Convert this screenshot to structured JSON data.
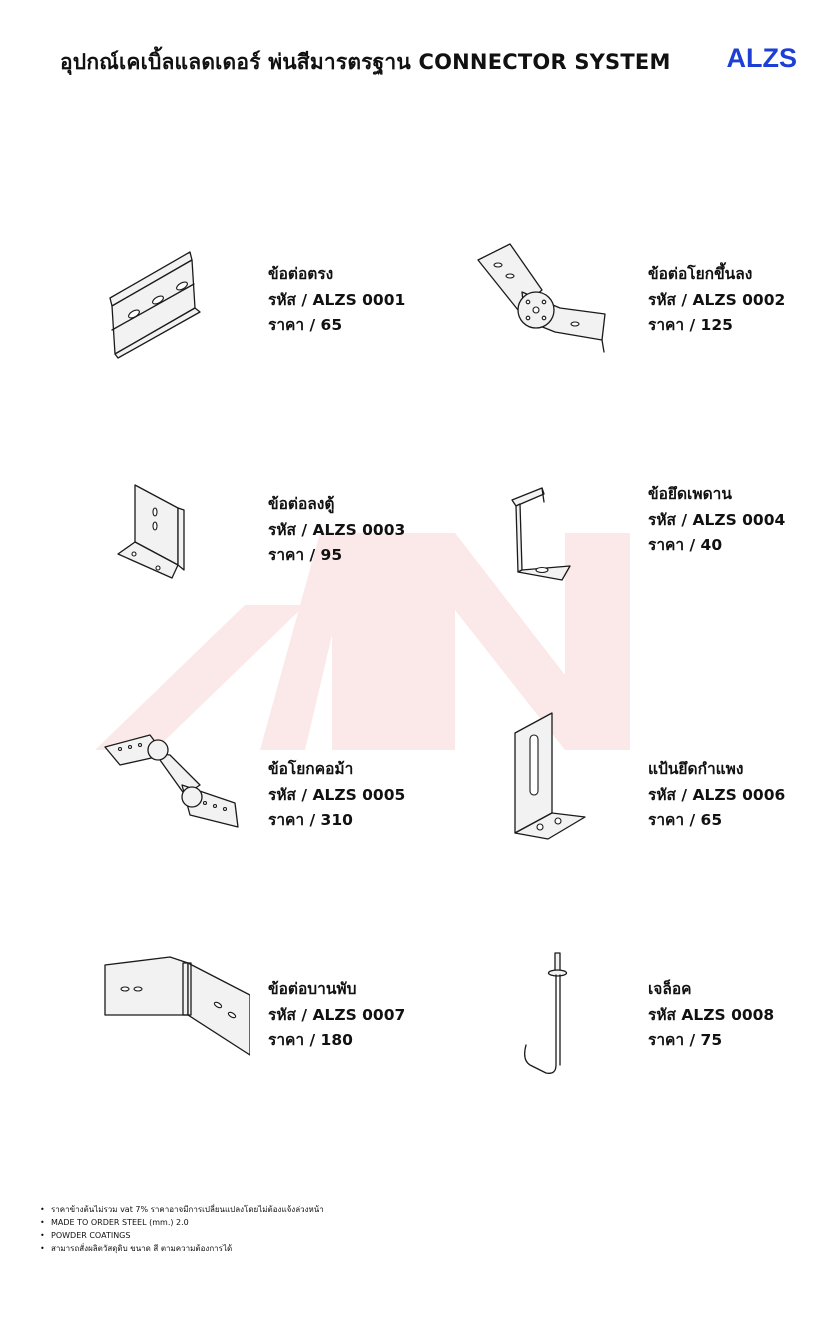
{
  "header": {
    "title": "อุปกณ์เคเบิ้ลแลดเดอร์ พ่นสีมารตรฐาน CONNECTOR SYSTEM",
    "brand": "ALZS"
  },
  "colors": {
    "brand": "#1d3fd6",
    "watermark": "#fbe8e8"
  },
  "products": [
    {
      "name": "ข้อต่อตรง",
      "code": "รหัส / ALZS 0001",
      "price": "ราคา / 65",
      "icon": "straight-connector-icon"
    },
    {
      "name": "ข้อต่อโยกขึ้นลง",
      "code": "รหัส / ALZS 0002",
      "price": "ราคา / 125",
      "icon": "vertical-hinge-connector-icon"
    },
    {
      "name": "ข้อต่อลงตู้",
      "code": "รหัส / ALZS 0003",
      "price": "ราคา / 95",
      "icon": "cabinet-drop-connector-icon"
    },
    {
      "name": "ข้อยึดเพดาน",
      "code": "รหัส / ALZS 0004",
      "price": "ราคา / 40",
      "icon": "ceiling-bracket-icon"
    },
    {
      "name": "ข้อโยกคอม้า",
      "code": "รหัส / ALZS 0005",
      "price": "ราคา / 310",
      "icon": "swan-neck-connector-icon"
    },
    {
      "name": "แป้นยึดกำแพง",
      "code": "รหัส / ALZS 0006",
      "price": "ราคา / 65",
      "icon": "wall-bracket-icon"
    },
    {
      "name": "ข้อต่อบานพับ",
      "code": "รหัส / ALZS 0007",
      "price": "ราคา / 180",
      "icon": "horizontal-hinge-connector-icon"
    },
    {
      "name": "เจล็อค",
      "code": "รหัส ALZS 0008",
      "price": "ราคา / 75",
      "icon": "j-hook-icon"
    }
  ],
  "footer": {
    "notes": [
      "ราคาข้างต้นไม่รวม vat 7%  ราคาอาจมีการเปลี่ยนแปลงโดยไม่ต้องแจ้งล่วงหน้า",
      "MADE TO ORDER STEEL (mm.) 2.0",
      "POWDER COATINGS",
      "สามารถสั่งผลิตวัสดุดิบ ขนาด สี ตามความต้องการได้"
    ]
  }
}
